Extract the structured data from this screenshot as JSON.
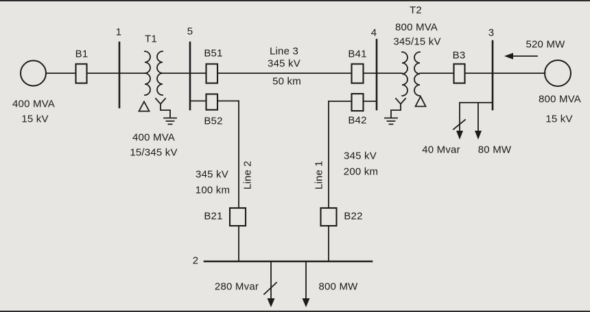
{
  "buses": {
    "b1": {
      "label": "1"
    },
    "b2": {
      "label": "2"
    },
    "b3": {
      "label": "3"
    },
    "b4": {
      "label": "4"
    },
    "b5": {
      "label": "5"
    }
  },
  "generators": {
    "g1": {
      "rating": "400 MVA",
      "voltage": "15 kV"
    },
    "g2": {
      "rating": "800 MVA",
      "voltage": "15 kV",
      "output_flow": "520 MW"
    }
  },
  "transformers": {
    "t1": {
      "name": "T1",
      "rating": "400 MVA",
      "ratio": "15/345 kV"
    },
    "t2": {
      "name": "T2",
      "rating": "800 MVA",
      "ratio": "345/15 kV"
    }
  },
  "breakers": {
    "b1": {
      "label": "B1"
    },
    "b3": {
      "label": "B3"
    },
    "b21": {
      "label": "B21"
    },
    "b22": {
      "label": "B22"
    },
    "b41": {
      "label": "B41"
    },
    "b42": {
      "label": "B42"
    },
    "b51": {
      "label": "B51"
    },
    "b52": {
      "label": "B52"
    }
  },
  "lines": {
    "line1": {
      "name": "Line 1",
      "voltage": "345 kV",
      "length": "200 km"
    },
    "line2": {
      "name": "Line 2",
      "voltage": "345 kV",
      "length": "100 km"
    },
    "line3": {
      "name": "Line 3",
      "voltage": "345 kV",
      "length": "50 km"
    }
  },
  "loads": {
    "bus2": {
      "reactive": "280 Mvar",
      "active": "800 MW"
    },
    "bus3": {
      "reactive": "40 Mvar",
      "active": "80 MW"
    }
  },
  "colors": {
    "background": "#e7e6e3",
    "ink": "#1c1c1c"
  }
}
